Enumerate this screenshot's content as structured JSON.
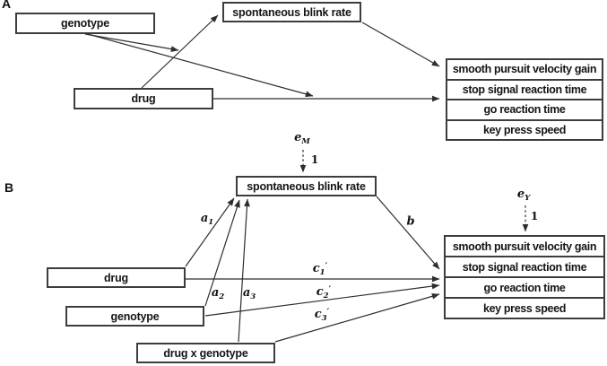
{
  "panelA": {
    "label": "A",
    "genotype": "genotype",
    "drug": "drug",
    "mediator": "spontaneous blink rate",
    "outcomes": [
      "smooth pursuit velocity gain",
      "stop signal reaction time",
      "go reaction time",
      "key press speed"
    ]
  },
  "panelB": {
    "label": "B",
    "drug": "drug",
    "genotype": "genotype",
    "interaction": "drug x genotype",
    "mediator": "spontaneous blink rate",
    "outcomes": [
      "smooth pursuit velocity gain",
      "stop signal reaction time",
      "go reaction time",
      "key press speed"
    ],
    "paths": {
      "a1": {
        "base": "a",
        "sub": "1"
      },
      "a2": {
        "base": "a",
        "sub": "2"
      },
      "a3": {
        "base": "a",
        "sub": "3"
      },
      "b": "b",
      "c1": {
        "base": "c",
        "sub": "1",
        "prime": "′"
      },
      "c2": {
        "base": "c",
        "sub": "2",
        "prime": "′"
      },
      "c3": {
        "base": "c",
        "sub": "3",
        "prime": "′"
      },
      "eM": {
        "base": "e",
        "sub": "M",
        "loading": "1"
      },
      "eY": {
        "base": "e",
        "sub": "Y",
        "loading": "1"
      }
    }
  }
}
